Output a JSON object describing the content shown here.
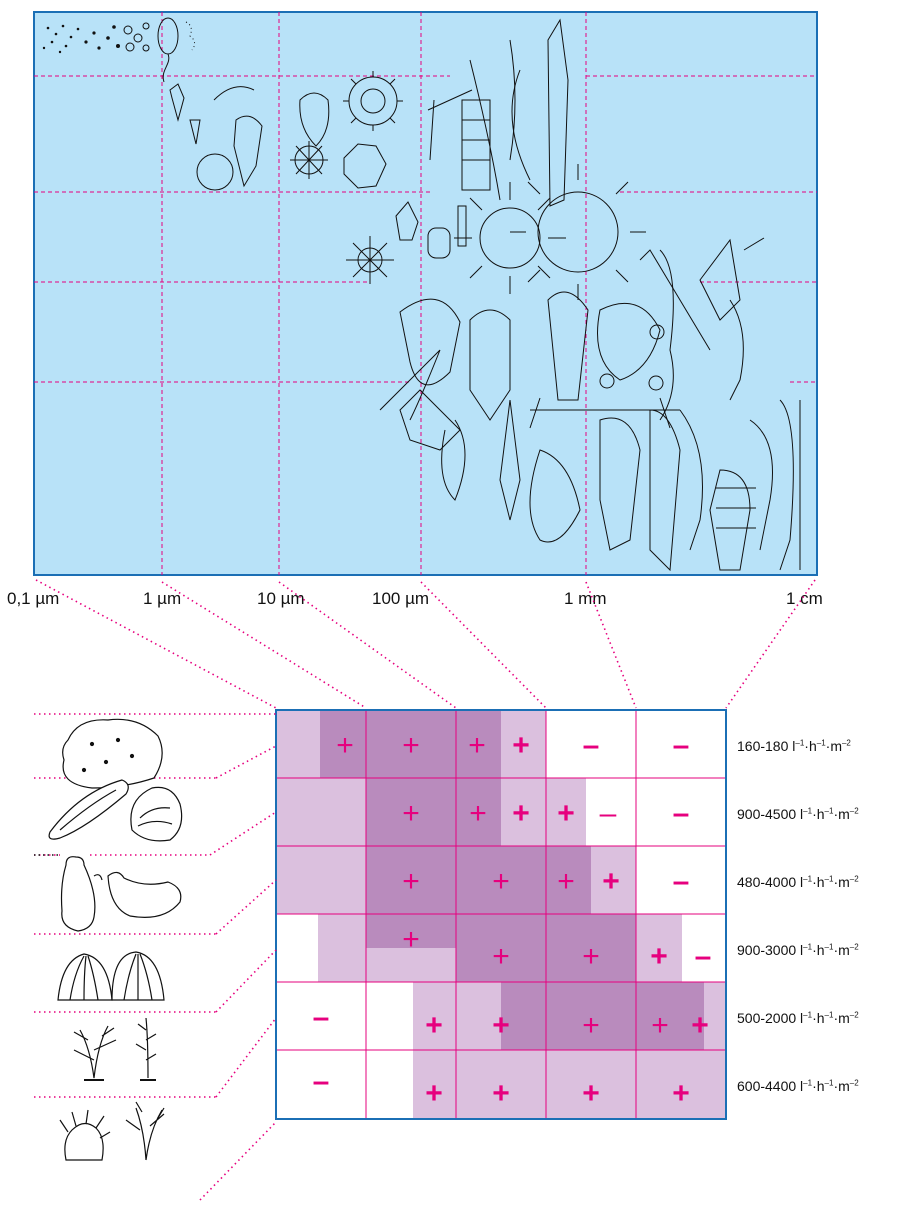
{
  "scale_labels": [
    "0,1 µm",
    "1 µm",
    "10 µm",
    "100 µm",
    "1 mm",
    "1 cm"
  ],
  "rows": [
    {
      "rate": "160-180",
      "unit": "l–1·h–1·m–2"
    },
    {
      "rate": "900-4500",
      "unit": "l–1·h–1·m–2"
    },
    {
      "rate": "480-4000",
      "unit": "l–1·h–1·m–2"
    },
    {
      "rate": "900-3000",
      "unit": "l–1·h–1·m–2"
    },
    {
      "rate": "500-2000",
      "unit": "l–1·h–1·m–2"
    },
    {
      "rate": "600-4400",
      "unit": "l–1·h–1·m–2"
    }
  ],
  "signs": {
    "plus": "+",
    "minus": "–"
  },
  "icons": [
    "sponge-icon",
    "mussel-and-oyster-icon",
    "ascidian-icon",
    "barnacle-icon",
    "hydroid-and-bryozoan-icon",
    "anemone-and-gorgonian-icon"
  ],
  "colors": {
    "panel_bg": "#b8e2f8",
    "panel_border": "#1b6fb5",
    "guide_line": "#e6007e",
    "shade_light": "#dbc0de",
    "shade_dark": "#b98bbd",
    "sign": "#e6007e"
  }
}
